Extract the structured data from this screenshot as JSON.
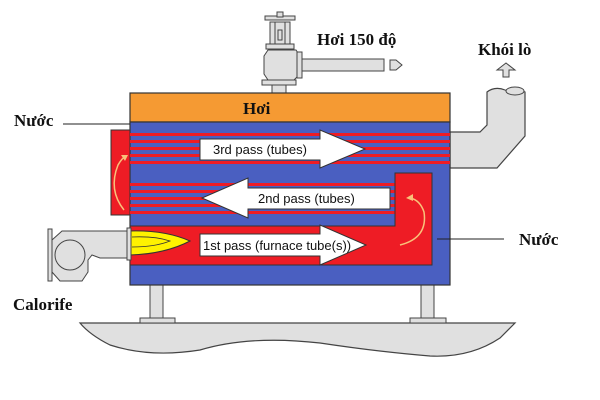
{
  "diagram": {
    "title": "Fire-tube boiler (3-pass) schematic",
    "labels": {
      "steam_top": "Hơi",
      "steam_out": "Hơi 150 độ",
      "flue_gas": "Khói lò",
      "water_left": "Nước",
      "water_right": "Nước",
      "burner": "Calorife"
    },
    "passes": [
      {
        "id": "3rd",
        "label": "3rd pass (tubes)",
        "direction": "right"
      },
      {
        "id": "2nd",
        "label": "2nd pass (tubes)",
        "direction": "left"
      },
      {
        "id": "1st",
        "label": "1st pass (furnace tube(s))",
        "direction": "right"
      }
    ],
    "colors": {
      "steam": "#F59A33",
      "water": "#4A5FC1",
      "hot_gas": "#EE1C25",
      "flame": "#FFF200",
      "metal": "#E0E0E0",
      "outline": "#333333",
      "arrow_fill": "#FFFFFF",
      "flow_curve": "#F9C27A"
    }
  }
}
